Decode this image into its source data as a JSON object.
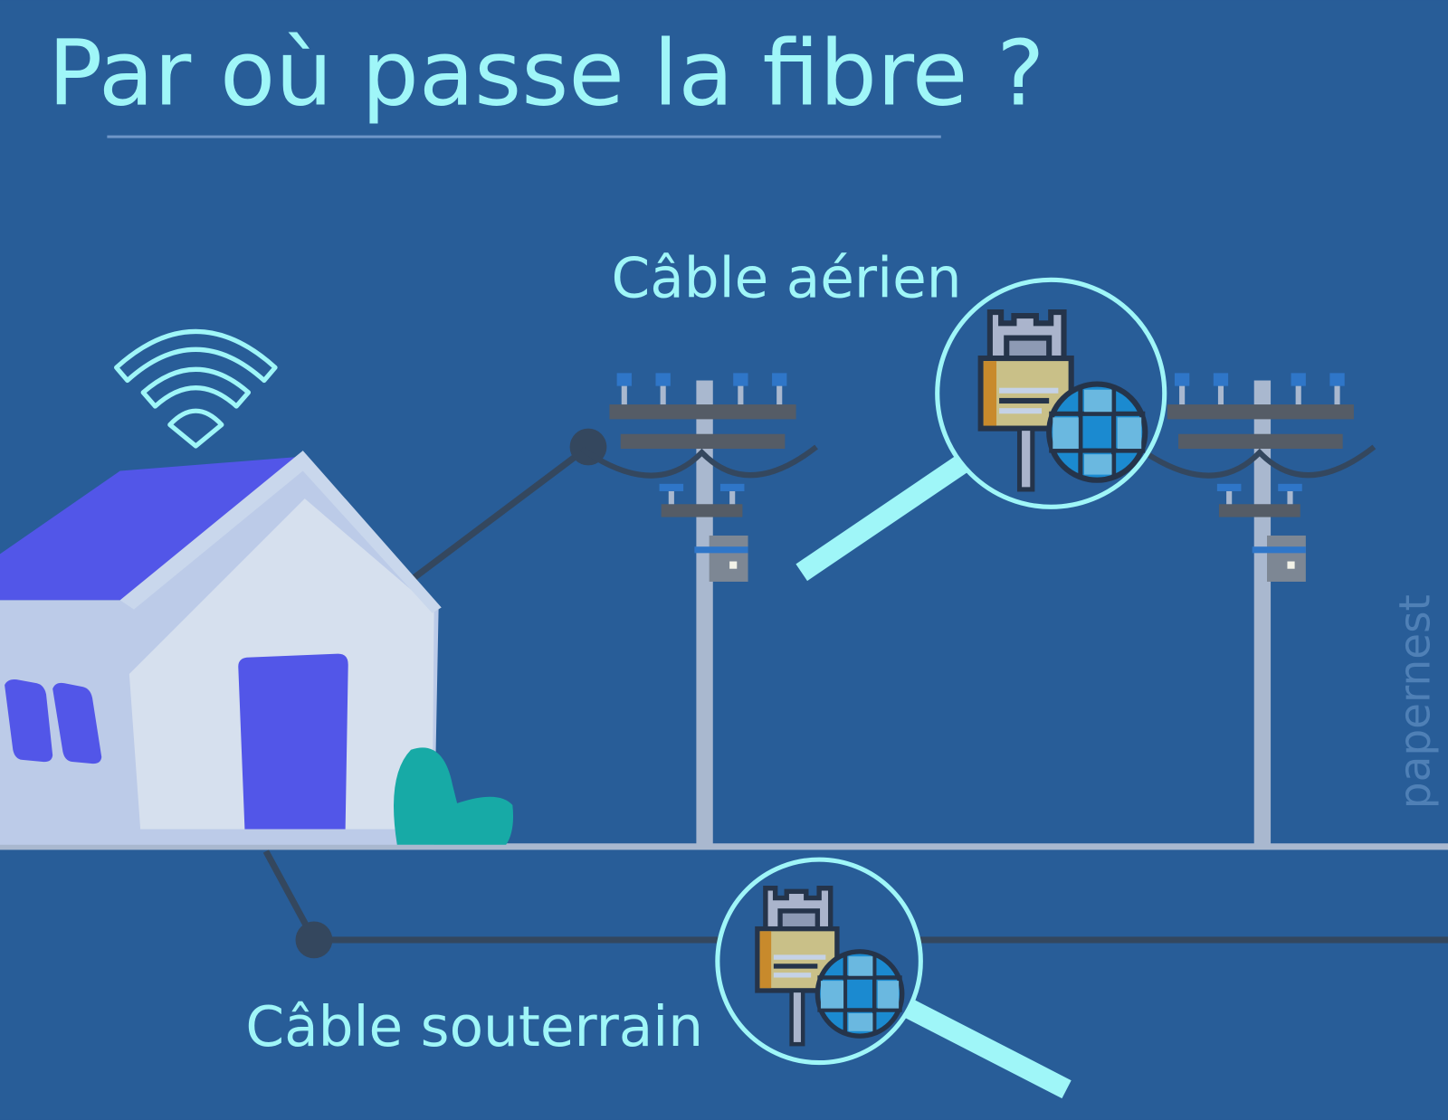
{
  "title": "Par où passe la fibre ?",
  "labels": {
    "aerial": "Câble aérien",
    "underground": "Câble souterrain"
  },
  "watermark": "papernest",
  "colors": {
    "background": "#285d98",
    "accent": "#9ff6f8",
    "roof": "#5256e8",
    "cable": "#34475e"
  }
}
